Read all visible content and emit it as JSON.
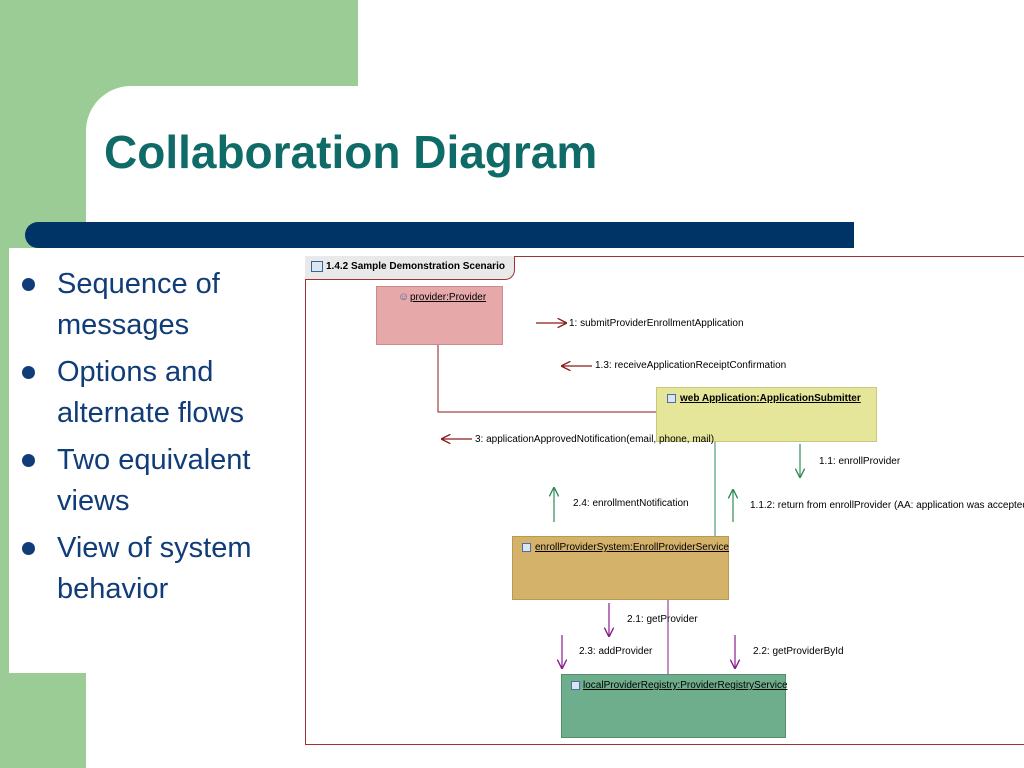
{
  "slide": {
    "title": "Collaboration Diagram",
    "bullets": [
      "Sequence of messages",
      "Options and alternate flows",
      "Two equivalent views",
      "View of system behavior"
    ]
  },
  "diagram": {
    "frame_title": "1.4.2 Sample Demonstration Scenario",
    "nodes": {
      "provider": "provider:Provider",
      "web_app": "web Application:ApplicationSubmitter",
      "enroll_service": "enrollProviderSystem:EnrollProviderService",
      "registry": "localProviderRegistry:ProviderRegistryService"
    },
    "messages": {
      "m1": "1: submitProviderEnrollmentApplication",
      "m1_3": "1.3: receiveApplicationReceiptConfirmation",
      "m3": "3: applicationApprovedNotification(email, phone, mail)",
      "m1_1": "1.1: enrollProvider",
      "m2_4": "2.4: enrollmentNotification",
      "m1_1_2": "1.1.2: return from enrollProvider  (AA: application was accepted)",
      "m2_1": "2.1: getProvider",
      "m2_3": "2.3: addProvider",
      "m2_2": "2.2: getProviderById"
    },
    "colors": {
      "frame_border": "#9a3434",
      "provider_fill": "#e6a8a8",
      "web_app_fill": "#e6e69a",
      "enroll_service_fill": "#d4b26a",
      "registry_fill": "#6fae8c",
      "arrow_red": "#8b1a1a",
      "arrow_green": "#2e8b57",
      "arrow_purple": "#8b1a8b"
    }
  }
}
